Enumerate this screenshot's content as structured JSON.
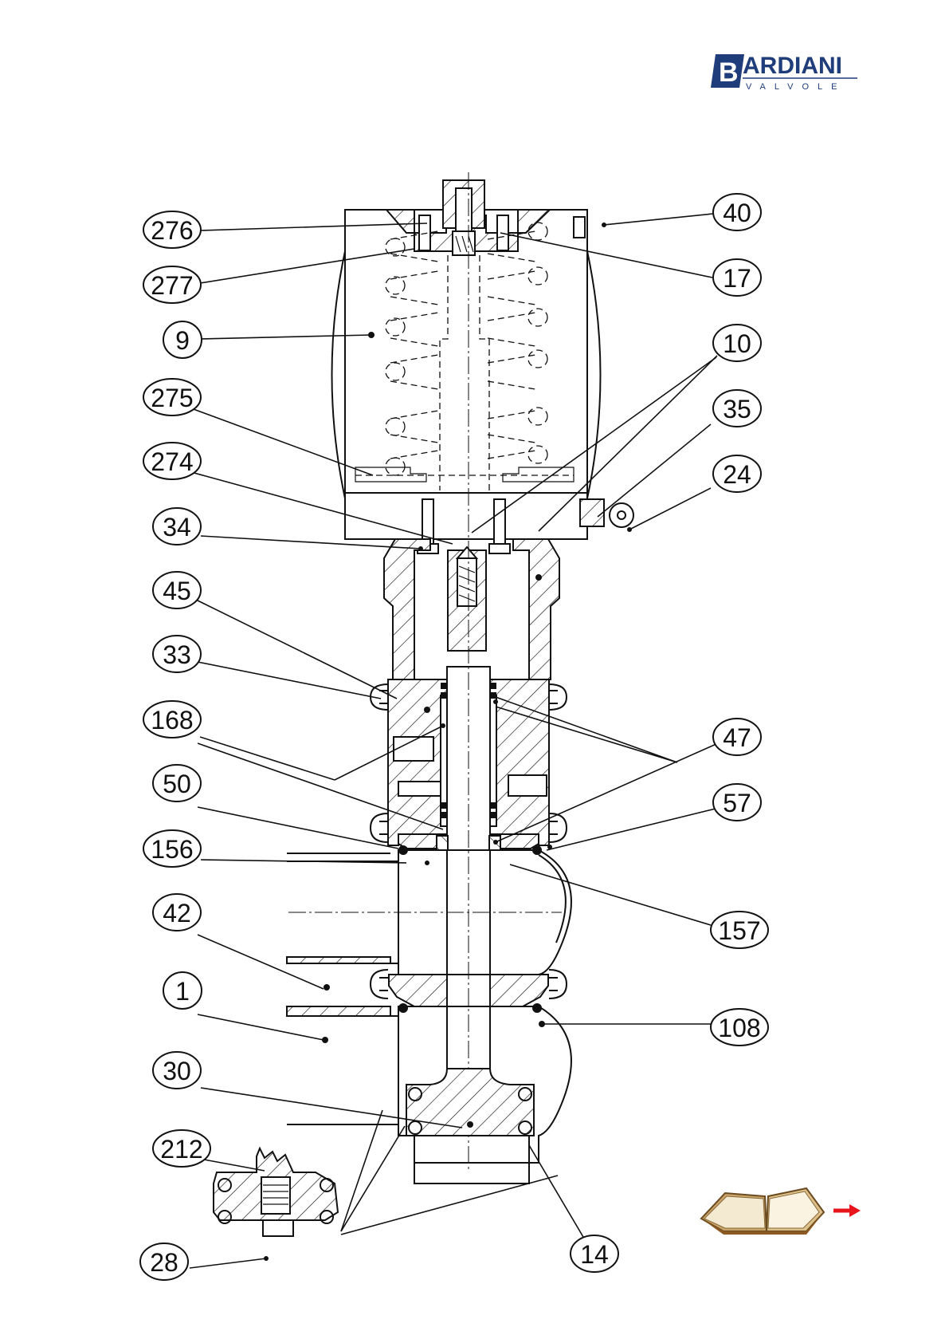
{
  "brand": {
    "name_initial": "B",
    "name_rest": "ARDIANI",
    "sub": "VALVOLE",
    "color": "#1f3d7a"
  },
  "callouts": [
    {
      "id": "276"
    },
    {
      "id": "277"
    },
    {
      "id": "9"
    },
    {
      "id": "275"
    },
    {
      "id": "274"
    },
    {
      "id": "34"
    },
    {
      "id": "45"
    },
    {
      "id": "33"
    },
    {
      "id": "168"
    },
    {
      "id": "50"
    },
    {
      "id": "156"
    },
    {
      "id": "42"
    },
    {
      "id": "1"
    },
    {
      "id": "30"
    },
    {
      "id": "212"
    },
    {
      "id": "28"
    },
    {
      "id": "40"
    },
    {
      "id": "17"
    },
    {
      "id": "10"
    },
    {
      "id": "35"
    },
    {
      "id": "24"
    },
    {
      "id": "47"
    },
    {
      "id": "57"
    },
    {
      "id": "157"
    },
    {
      "id": "108"
    },
    {
      "id": "14"
    }
  ],
  "nav": {
    "book_icon": "open-book-icon",
    "arrow_icon": "arrow-right-icon",
    "arrow_color": "#e8141b"
  }
}
